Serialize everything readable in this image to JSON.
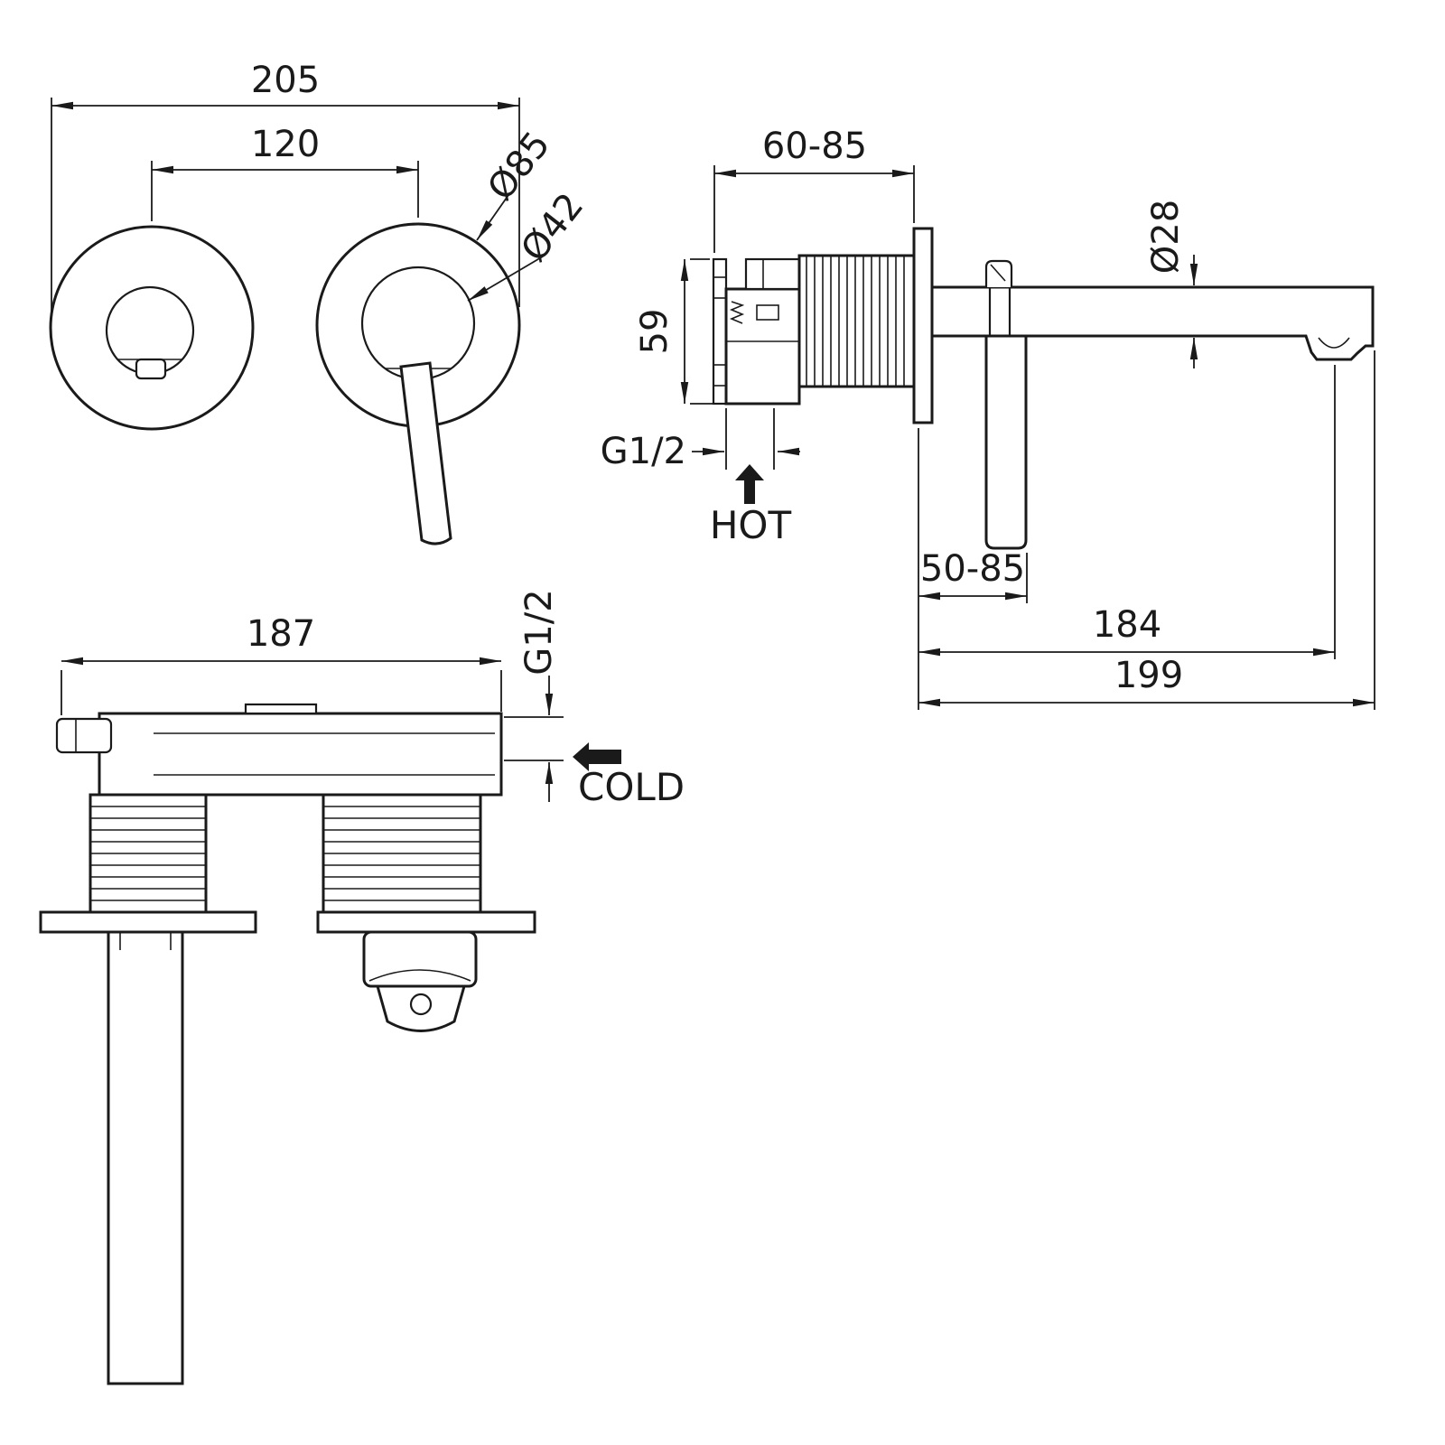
{
  "drawing": {
    "title": "Wall-mounted basin mixer dimensional drawing",
    "line_color": "#1a1a1a",
    "background_color": "#ffffff"
  },
  "front_view": {
    "overall_width": "205",
    "hole_centers": "120",
    "escutcheon_diameter": "Ø85",
    "handle_base_diameter": "Ø42"
  },
  "side_view": {
    "body_depth_range": "60-85",
    "body_height": "59",
    "inlet_thread": "G1/2",
    "hot_label": "HOT",
    "spout_diameter": "Ø28",
    "handle_offset_range": "50-85",
    "spout_reach": "184",
    "overall_reach": "199"
  },
  "plan_view": {
    "body_width": "187",
    "inlet_thread": "G1/2",
    "cold_label": "COLD"
  }
}
